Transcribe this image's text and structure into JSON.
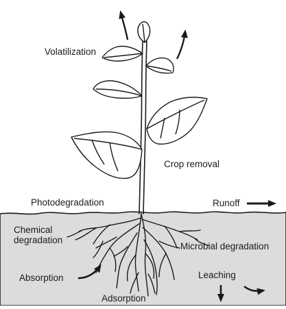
{
  "colors": {
    "soil": "#dcdcdc",
    "ink": "#1a1a1a",
    "leaf_fill": "#ffffff",
    "background": "#ffffff"
  },
  "labels": {
    "volatilization": "Volatilization",
    "crop_removal": "Crop removal",
    "photodegradation": "Photodegradation",
    "runoff": "Runoff",
    "chemical_degradation": "Chemical\ndegradation",
    "microbial_degradation": "Microbial degradation",
    "absorption": "Absorption",
    "leaching": "Leaching",
    "adsorption": "Adsorption"
  },
  "icons": {
    "volatilization_arrows": "curved-arrow-up-icon",
    "runoff_arrow": "arrow-right-icon",
    "absorption_arrow": "curved-arrow-icon",
    "leaching_arrows": "arrow-down-icon"
  }
}
